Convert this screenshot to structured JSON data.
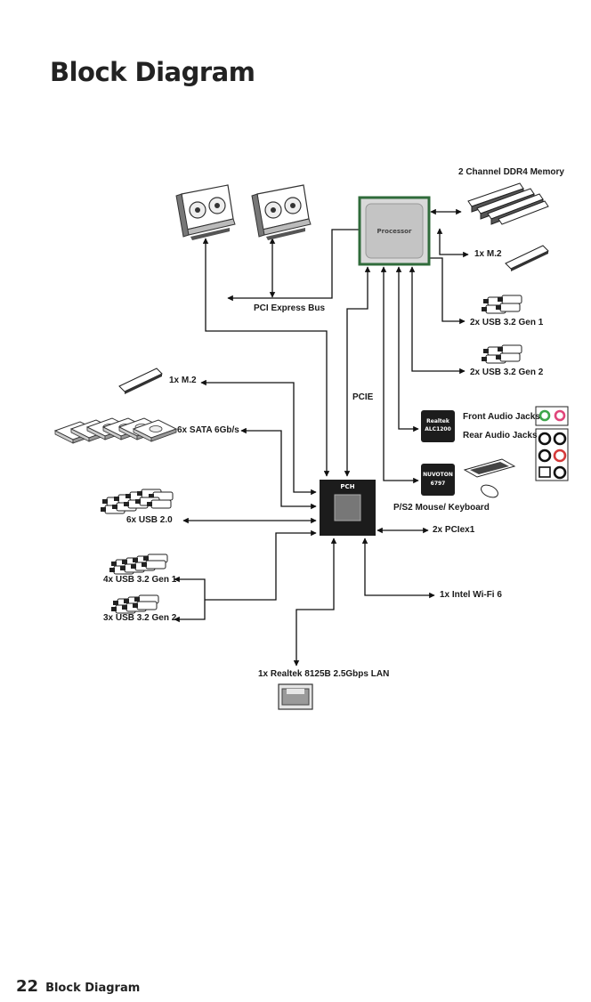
{
  "page": {
    "title": "Block Diagram"
  },
  "diagram": {
    "processor": {
      "label": "Processor"
    },
    "pch": {
      "label": "PCH"
    },
    "audio_codec": {
      "line1": "Realtek",
      "line2": "ALC1200"
    },
    "super_io": {
      "line1": "NUVOTON",
      "line2": "6797"
    },
    "labels": {
      "memory": "2 Channel DDR4 Memory",
      "cpu_m2": "1x M.2",
      "cpu_usb_gen1": "2x USB 3.2 Gen 1",
      "cpu_usb_gen2": "2x USB 3.2 Gen 2",
      "pci_express_bus": "PCI Express Bus",
      "pcie": "PCIE",
      "front_audio": "Front Audio Jacks",
      "rear_audio": "Rear Audio Jacks",
      "ps2": "P/S2 Mouse/ Keyboard",
      "pch_m2": "1x M.2",
      "sata": "6x SATA 6Gb/s",
      "usb20": "6x USB 2.0",
      "pciex1": "2x PCIex1",
      "usb_gen1": "4x USB 3.2 Gen 1",
      "usb_gen2": "3x USB 3.2 Gen 2",
      "wifi": "1x Intel Wi-Fi 6",
      "lan": "1x Realtek 8125B 2.5Gbps LAN"
    },
    "colors": {
      "chip": "#1c1c1c",
      "processor": "#cfcfcf",
      "processor_border": "#2f6b3a",
      "audio_green": "#3da54a",
      "audio_pink": "#e0457a"
    }
  },
  "footer": {
    "page_number": "22",
    "title": "Block Diagram"
  }
}
